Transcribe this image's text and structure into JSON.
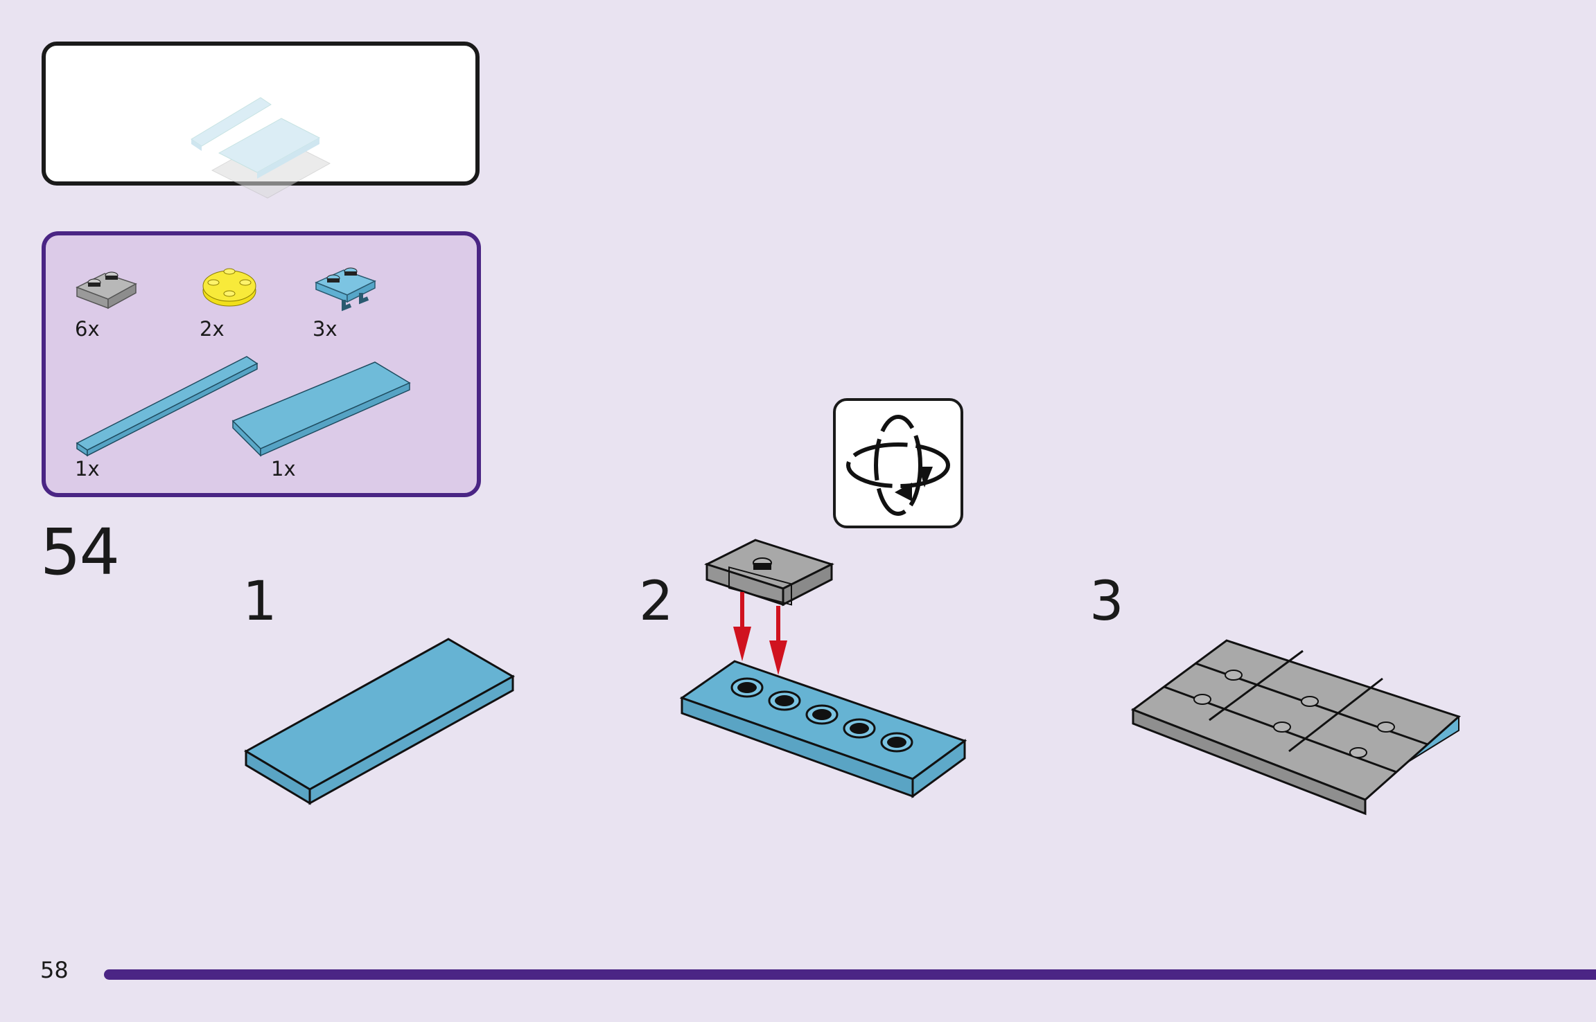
{
  "page": {
    "number": "58",
    "step_number": "54",
    "colors": {
      "background": "#e9e3f1",
      "accent_purple": "#4b2585",
      "parts_panel": "#dccbe8",
      "brick_blue": "#66b3d3",
      "brick_gray": "#a7a7a7",
      "brick_yellow": "#f5e52a",
      "arrow_red": "#d0121f"
    }
  },
  "preview": {
    "label": "sub-assembly preview"
  },
  "parts_list": {
    "items": [
      {
        "name": "plate 1x2 with handle (gray)",
        "quantity": "6x"
      },
      {
        "name": "round plate 2x2 (yellow)",
        "quantity": "2x"
      },
      {
        "name": "plate 1x2 with clips (blue)",
        "quantity": "3x"
      },
      {
        "name": "tile 1x6 (blue)",
        "quantity": "1x"
      },
      {
        "name": "tile 2x6 (blue)",
        "quantity": "1x"
      }
    ]
  },
  "substeps": [
    {
      "label": "1"
    },
    {
      "label": "2"
    },
    {
      "label": "3"
    }
  ],
  "rotate_icon": {
    "icon": "rotate-model-icon"
  }
}
